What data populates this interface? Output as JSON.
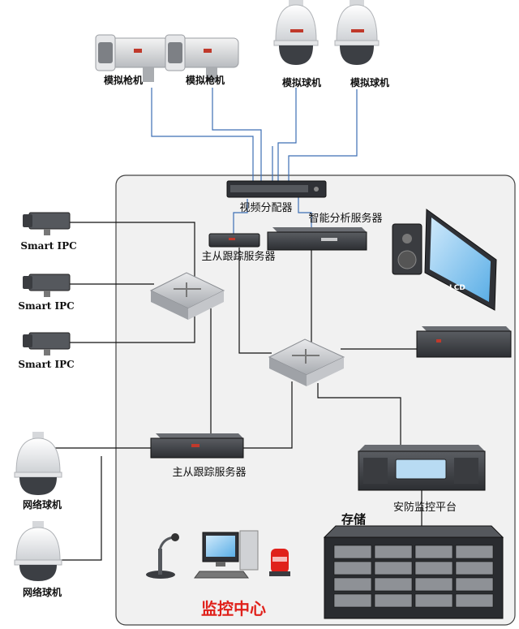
{
  "colors": {
    "link_line": "#3d6fb5",
    "dark_line": "#111111",
    "frame_border": "#444444",
    "frame_fill": "#f1f1f1",
    "accent_red": "#e0211b"
  },
  "top_devices": {
    "cam1_label": "模拟枪机",
    "cam2_label": "模拟枪机",
    "dome1_label": "模拟球机",
    "dome2_label": "模拟球机"
  },
  "center": {
    "distributor_label": "视频分配器",
    "smart_server_label": "智能分析服务器",
    "tracking_server_top_label": "主从跟踪服务器",
    "tracking_server_bottom_label": "主从跟踪服务器",
    "platform_label": "安防监控平台",
    "storage_label": "存储",
    "control_center_label": "监控中心",
    "monitor_text": "LCD"
  },
  "left_devices": {
    "ipc1_label": "Smart IPC",
    "ipc2_label": "Smart IPC",
    "ipc3_label": "Smart IPC",
    "net_dome1_label": "网络球机",
    "net_dome2_label": "网络球机"
  },
  "icons": [
    "bullet-camera-icon",
    "dome-camera-icon",
    "video-distributor-icon",
    "server-icon",
    "network-switch-icon",
    "box-camera-icon",
    "speaker-icon",
    "lcd-monitor-icon",
    "nvr-icon",
    "platform-icon",
    "storage-array-icon",
    "microphone-icon",
    "workstation-icon",
    "alarm-light-icon"
  ]
}
